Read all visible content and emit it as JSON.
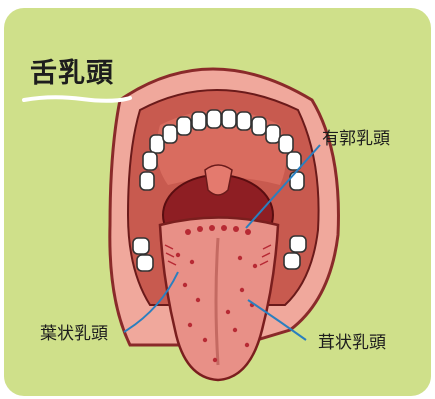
{
  "title": "舌乳頭",
  "labels": {
    "circumvallate": "有郭乳頭",
    "foliate": "葉状乳頭",
    "fungiform": "茸状乳頭"
  },
  "colors": {
    "background": "#cfe08a",
    "leader_line": "#2a7fbf",
    "lips": "#f0a89c",
    "mouth_interior": "#c85a4f",
    "tongue": "#e89087",
    "papillae_dots": "#b72a34"
  },
  "icons": {
    "teeth": "teeth-icon",
    "uvula": "uvula-icon"
  }
}
